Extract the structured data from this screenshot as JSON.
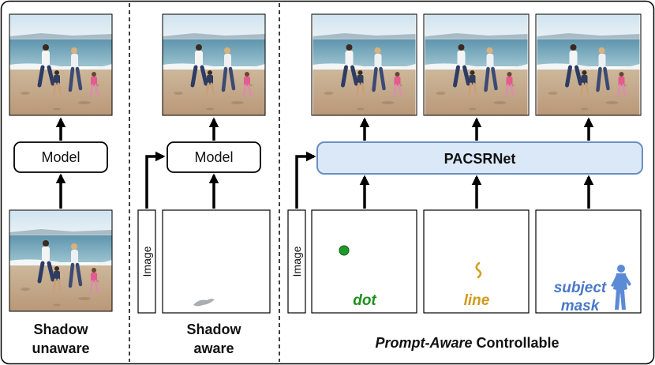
{
  "panels": {
    "shadow_unaware": {
      "caption_line1": "Shadow",
      "caption_line2": "unaware",
      "model_label": "Model"
    },
    "shadow_aware": {
      "caption_line1": "Shadow",
      "caption_line2": "aware",
      "model_label": "Model",
      "image_label": "Image"
    },
    "prompt_aware": {
      "caption_italic": "Prompt-Aware",
      "caption_rest": " Controllable",
      "network_label": "PACSRNet",
      "image_label": "Image",
      "prompts": [
        {
          "label": "dot",
          "color": "#1f8f1f"
        },
        {
          "label": "line",
          "color": "#d19a1a"
        },
        {
          "label_line1": "subject",
          "label_line2": "mask",
          "color": "#4a78c8"
        }
      ]
    }
  },
  "colors": {
    "network_fill": "#dbe8f8",
    "network_stroke": "#6a8fc4",
    "dot": "#1f9a2a",
    "line": "#d4a020",
    "mask": "#5b8ad6",
    "shadow": "#a9adb1"
  },
  "icons": {
    "photo": "beach-family-photo",
    "arrow": "arrow-up-icon"
  }
}
